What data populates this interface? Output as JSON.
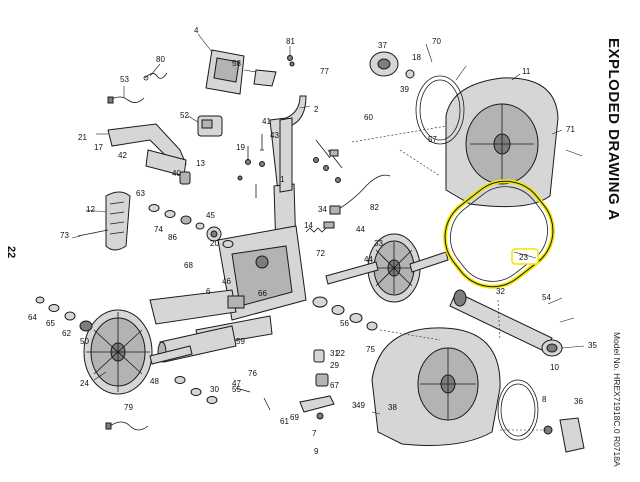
{
  "title": "EXPLODED DRAWING A",
  "model_line": "Model No. HREX71918C.0 R0718A",
  "page_number": "22",
  "highlight_color": "#f2e600",
  "highlighted_part": "23",
  "labels": [
    "81",
    "80",
    "4",
    "58",
    "77",
    "53",
    "52",
    "2",
    "41",
    "43",
    "1",
    "37",
    "18",
    "70",
    "39",
    "11",
    "57",
    "71",
    "21",
    "17",
    "42",
    "13",
    "19",
    "40",
    "60",
    "63",
    "74",
    "86",
    "20",
    "12",
    "45",
    "73",
    "68",
    "64",
    "65",
    "62",
    "50",
    "6",
    "46",
    "72",
    "34",
    "82",
    "14",
    "44",
    "33",
    "44",
    "59",
    "31",
    "66",
    "47",
    "24",
    "48",
    "22",
    "29",
    "30",
    "55",
    "56",
    "75",
    "76",
    "61",
    "67",
    "3",
    "69",
    "7",
    "9",
    "49",
    "10",
    "38",
    "23",
    "54",
    "32",
    "35",
    "8",
    "36",
    "79"
  ]
}
